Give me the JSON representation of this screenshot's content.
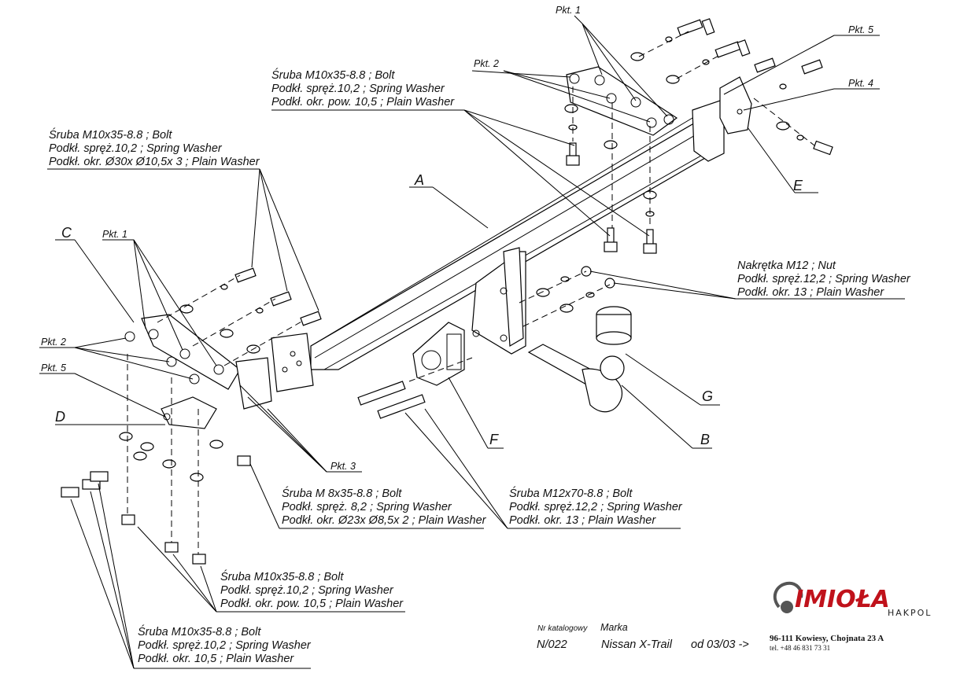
{
  "labels": {
    "pkt1_top": "Pkt. 1",
    "pkt2_top": "Pkt. 2",
    "pkt5_top": "Pkt. 5",
    "pkt4_top": "Pkt. 4",
    "pkt1_left": "Pkt. 1",
    "pkt2_left": "Pkt. 2",
    "pkt5_left": "Pkt. 5",
    "pkt3": "Pkt. 3",
    "A": "A",
    "B": "B",
    "C": "C",
    "D": "D",
    "E": "E",
    "F": "F",
    "G": "G"
  },
  "specs": {
    "top_center": [
      "Śruba M10x35-8.8 ;  Bolt",
      "Podkł. spręż.10,2 ; Spring Washer",
      "Podkł. okr. pow. 10,5 ; Plain Washer"
    ],
    "left_upper": [
      "Śruba M10x35-8.8 ;  Bolt",
      "Podkł. spręż.10,2 ; Spring Washer",
      "Podkł. okr. Ø30x Ø10,5x 3 ; Plain Washer"
    ],
    "nut_right": [
      "Nakrętka  M12 ; Nut",
      "Podkł. spręż.12,2 ; Spring Washer",
      "Podkł. okr. 13 ; Plain Washer"
    ],
    "m8_center": [
      "Śruba M 8x35-8.8 ;  Bolt",
      "Podkł. spręż. 8,2 ; Spring Washer",
      "Podkł. okr. Ø23x Ø8,5x 2 ; Plain Washer"
    ],
    "m12_right": [
      "Śruba M12x70-8.8 ;  Bolt",
      "Podkł. spręż.12,2 ; Spring Washer",
      "Podkł. okr. 13 ; Plain Washer"
    ],
    "lower_mid": [
      "Śruba M10x35-8.8 ;  Bolt",
      "Podkł. spręż.10,2 ; Spring Washer",
      "Podkł. okr. pow. 10,5 ; Plain Washer"
    ],
    "bottom_left": [
      "Śruba M10x35-8.8 ;  Bolt",
      "Podkł. spręż.10,2 ; Spring Washer",
      "Podkł. okr. 10,5 ; Plain Washer"
    ]
  },
  "footer": {
    "catalog_label": "Nr katalogowy",
    "catalog_value": "N/022",
    "make_label": "Marka",
    "make_value": "Nissan X-Trail",
    "date_value": "od 03/03 ->",
    "brand": "IMIOŁA",
    "brand_sub": "HAKPOL",
    "address": "96-111 Kowiesy, Chojnata 23 A",
    "phone": "tel. +48 46 831 73 31"
  }
}
